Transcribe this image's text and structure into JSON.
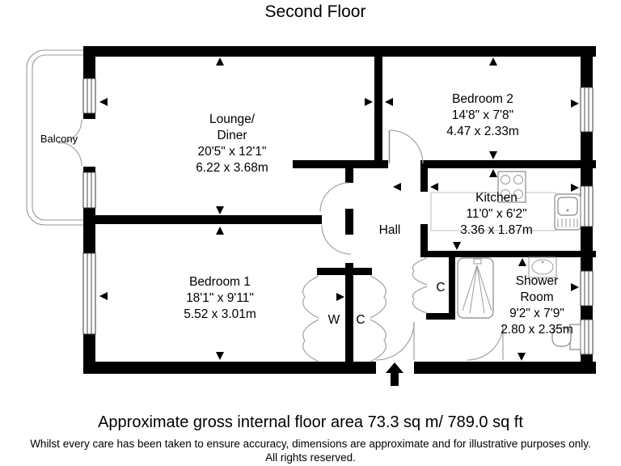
{
  "title": "Second Floor",
  "rooms": {
    "lounge": {
      "line1": "Lounge/",
      "line2": "Diner",
      "dims_ft": "20'5\" x 12'1\"",
      "dims_m": "6.22 x 3.68m"
    },
    "bedroom2": {
      "name": "Bedroom 2",
      "dims_ft": "14'8\" x 7'8\"",
      "dims_m": "4.47 x 2.33m"
    },
    "kitchen": {
      "name": "Kitchen",
      "dims_ft": "11'0\" x 6'2\"",
      "dims_m": "3.36 x 1.87m"
    },
    "bedroom1": {
      "name": "Bedroom 1",
      "dims_ft": "18'1\" x 9'11\"",
      "dims_m": "5.52 x 3.01m"
    },
    "shower_room": {
      "line1": "Shower",
      "line2": "Room",
      "dims_ft": "9'2\" x 7'9\"",
      "dims_m": "2.80 x 2.35m"
    },
    "hall": {
      "name": "Hall"
    },
    "balcony": {
      "name": "Balcony"
    },
    "wardrobe": {
      "label": "W"
    },
    "closet_bedroom_hall": {
      "label": "C"
    },
    "closet_by_kitchen": {
      "label": "C"
    }
  },
  "fixtures": {
    "hob": "hob-icon",
    "sink": "sink-icon",
    "shower": "shower-icon",
    "basin": "basin-icon",
    "toilet": "toilet-icon",
    "entrance": "entrance-arrow-icon"
  },
  "footer": {
    "area": "Approximate gross internal floor area 73.3 sq m/ 789.0 sq ft",
    "disclaimer": "Whilst every care has been taken to ensure accuracy, dimensions are approximate and for illustrative purposes only.",
    "rights": "All rights reserved."
  },
  "colors": {
    "wall": "#000000",
    "door_arc": "#a9a9a9",
    "fixture_outline": "#888888",
    "counter_outline": "#c9c9c9",
    "window_frame": "#3a3a3a",
    "text": "#000000",
    "background": "#ffffff"
  }
}
